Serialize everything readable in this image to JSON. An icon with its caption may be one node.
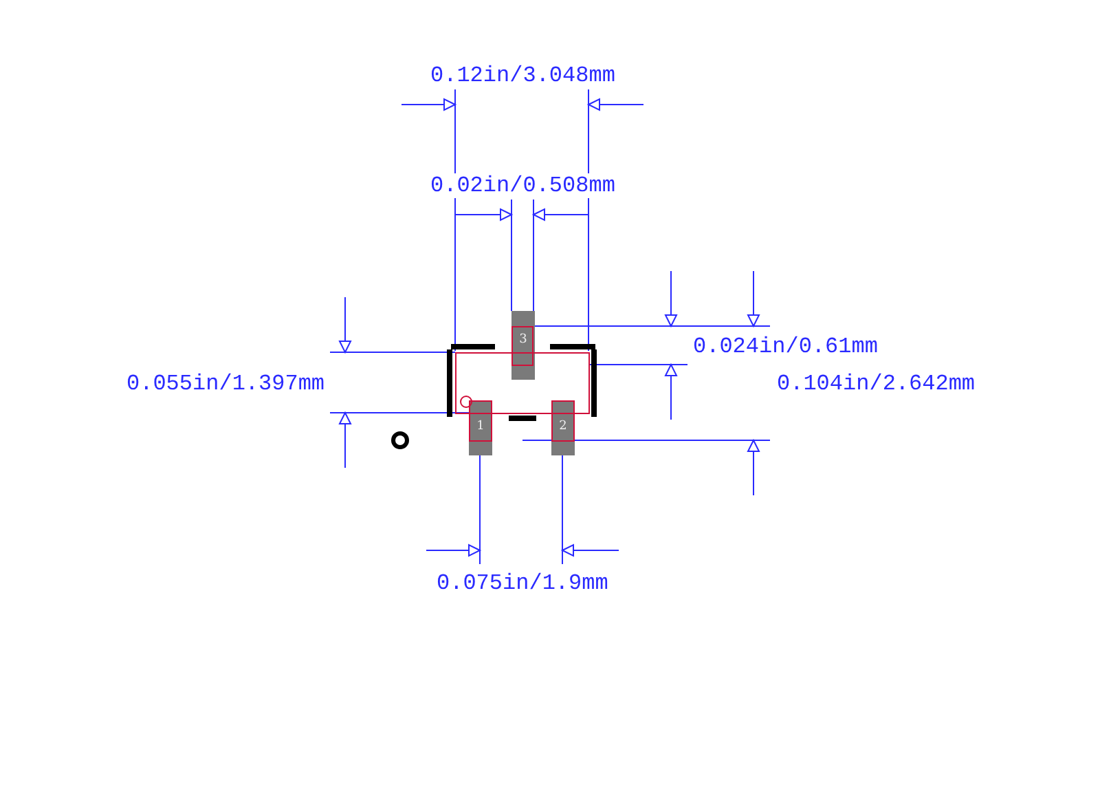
{
  "diagram": {
    "nodes": [
      {
        "text": [
          "3"
        ]
      },
      {
        "text": [
          "1"
        ]
      },
      {
        "text": [
          "2"
        ]
      }
    ],
    "labels": [
      "0.12in/3.048mm",
      "0.02in/0.508mm",
      "0.024in/0.61mm",
      "0.055in/1.397mm",
      "0.104in/2.642mm",
      "0.075in/1.9mm"
    ]
  }
}
